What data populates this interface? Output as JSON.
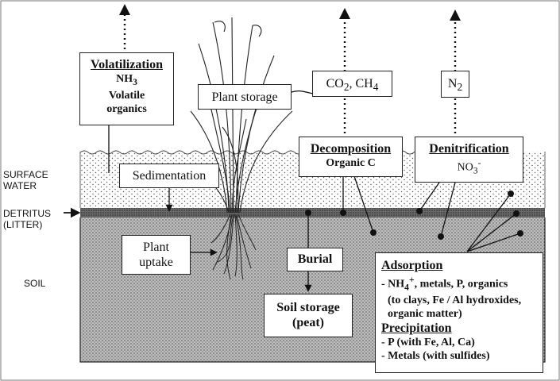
{
  "zones": {
    "surface_water": [
      "SURFACE",
      "WATER"
    ],
    "detritus": [
      "DETRITUS",
      "(LITTER)"
    ],
    "soil": "SOIL"
  },
  "boxes": {
    "volatilization": {
      "title": "Volatilization",
      "formula": "NH",
      "formula_sub": "3",
      "line2": "Volatile",
      "line3": "organics"
    },
    "plant_storage": "Plant storage",
    "co2_ch4": {
      "a": "CO",
      "a_sub": "2",
      "sep": ", CH",
      "b_sub": "4"
    },
    "n2": {
      "a": "N",
      "a_sub": "2"
    },
    "sedimentation": "Sedimentation",
    "decomposition": {
      "title": "Decomposition",
      "sub": "Organic C"
    },
    "denitrification": {
      "title": "Denitrification",
      "ion": "NO",
      "ion_sub": "3",
      "ion_sup": "-"
    },
    "plant_uptake": [
      "Plant",
      "uptake"
    ],
    "burial": "Burial",
    "soil_storage": [
      "Soil storage",
      "(peat)"
    ],
    "adsorption": {
      "title": "Adsorption",
      "line1_pre": "- NH",
      "line1_sub": "4",
      "line1_sup": "+",
      "line1_post": ", metals, P, organics",
      "line2": "(to clays, Fe / Al hydroxides,",
      "line3": "organic matter)"
    },
    "precipitation": {
      "title": "Precipitation",
      "line1": "- P (with Fe, Al, Ca)",
      "line2": "- Metals (with sulfides)"
    }
  },
  "colors": {
    "ink": "#111111",
    "border": "#222222",
    "background": "#ffffff"
  }
}
